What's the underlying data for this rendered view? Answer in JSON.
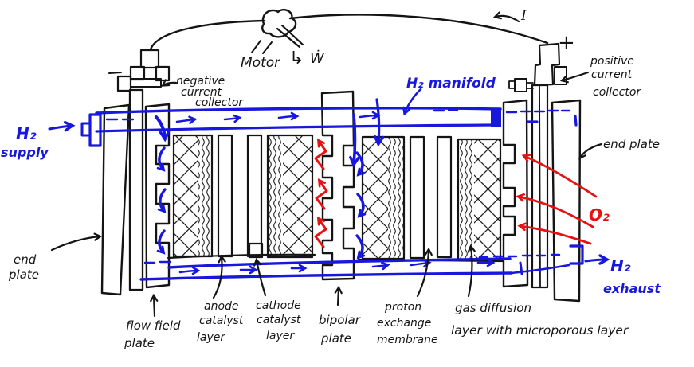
{
  "colors": {
    "ink": "#141414",
    "blue": "#1717dd",
    "red": "#e51212",
    "catalyst_orange": "#f0831e"
  },
  "labels": {
    "supply_h2": "H₂",
    "supply_word": "supply",
    "manifold": "H₂ manifold",
    "exhaust_h2": "H₂",
    "exhaust_word": "exhaust",
    "o2": "O₂",
    "motor": "Motor",
    "work": "Ẇ",
    "work_arrow": "↳",
    "current": "I",
    "plus": "+",
    "neg1": "negative",
    "neg2": "current",
    "neg3": "collector",
    "pos1": "positive",
    "pos2": "current",
    "pos3": "collector",
    "epl1": "end",
    "epl2": "plate",
    "epr": "end plate",
    "ffp1": "flow field",
    "ffp2": "plate",
    "an1": "anode",
    "an2": "catalyst",
    "an3": "layer",
    "ca1": "cathode",
    "ca2": "catalyst",
    "ca3": "layer",
    "bp1": "bipolar",
    "bp2": "plate",
    "pem1": "proton",
    "pem2": "exchange",
    "pem3": "membrane",
    "gdl1": "gas diffusion",
    "gdl2": "layer with microporous layer"
  }
}
